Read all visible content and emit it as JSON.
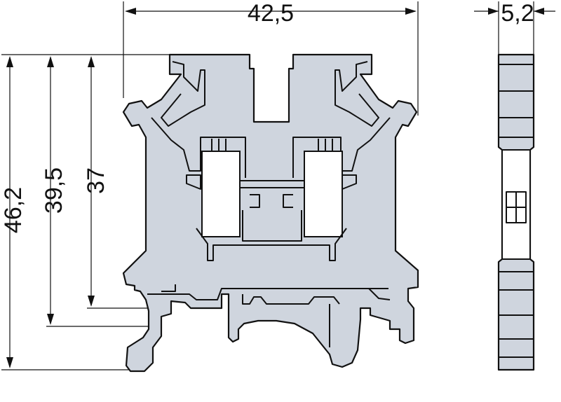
{
  "dimensions": {
    "width_front": "42,5",
    "width_side": "5,2",
    "height_total": "46,2",
    "height_mid": "39,5",
    "height_inner": "37"
  },
  "colors": {
    "body_fill": "#cfd5de",
    "outline": "#111111"
  }
}
